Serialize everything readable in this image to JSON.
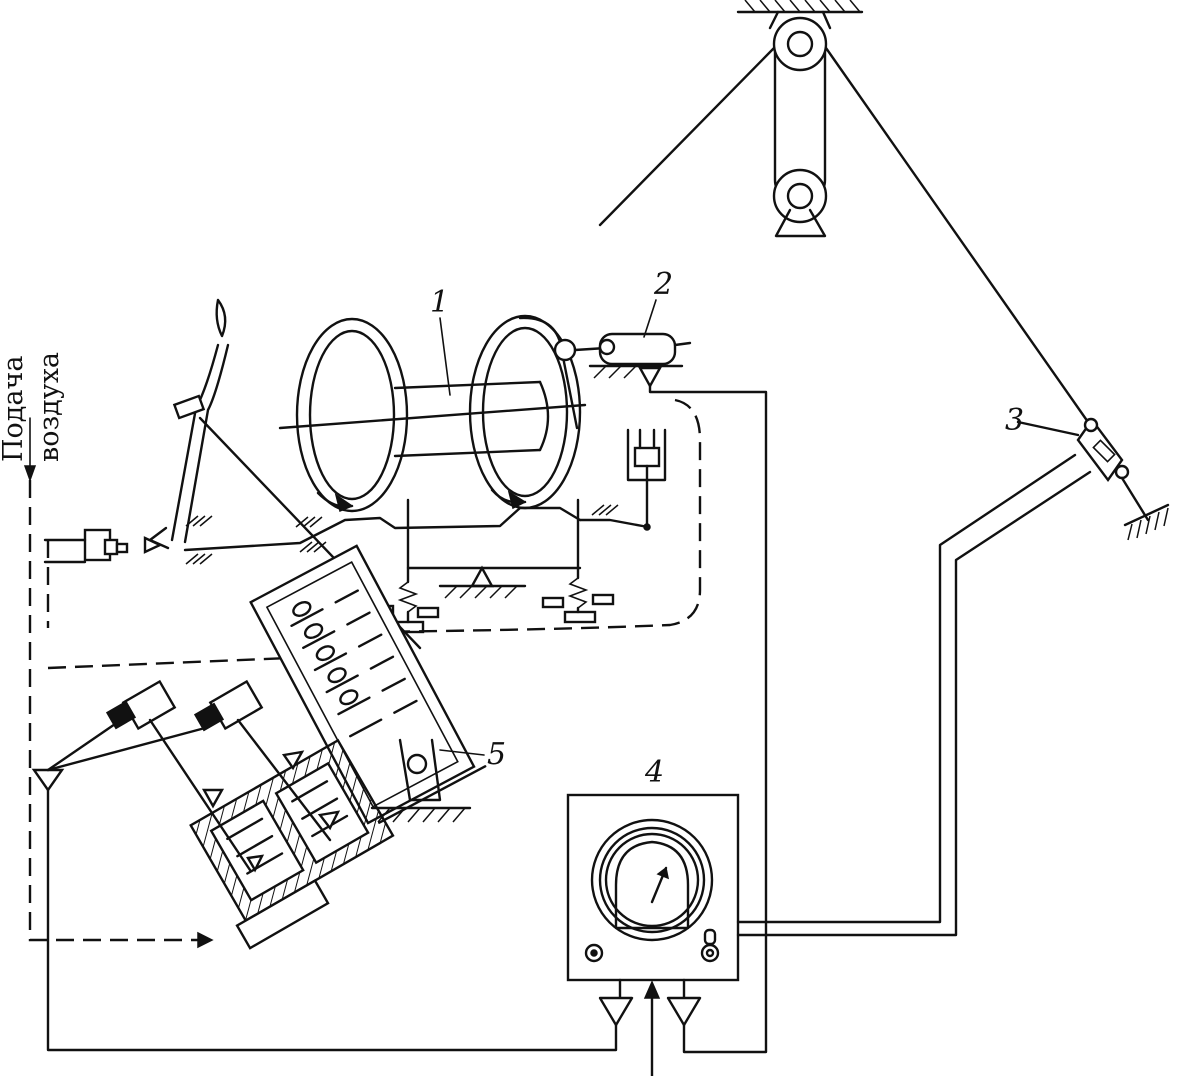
{
  "labels": {
    "item1": "1",
    "item2": "2",
    "item3": "3",
    "item4": "4",
    "item5": "5"
  },
  "air_supply": {
    "word1": "Подача",
    "word2": "воздуха"
  }
}
